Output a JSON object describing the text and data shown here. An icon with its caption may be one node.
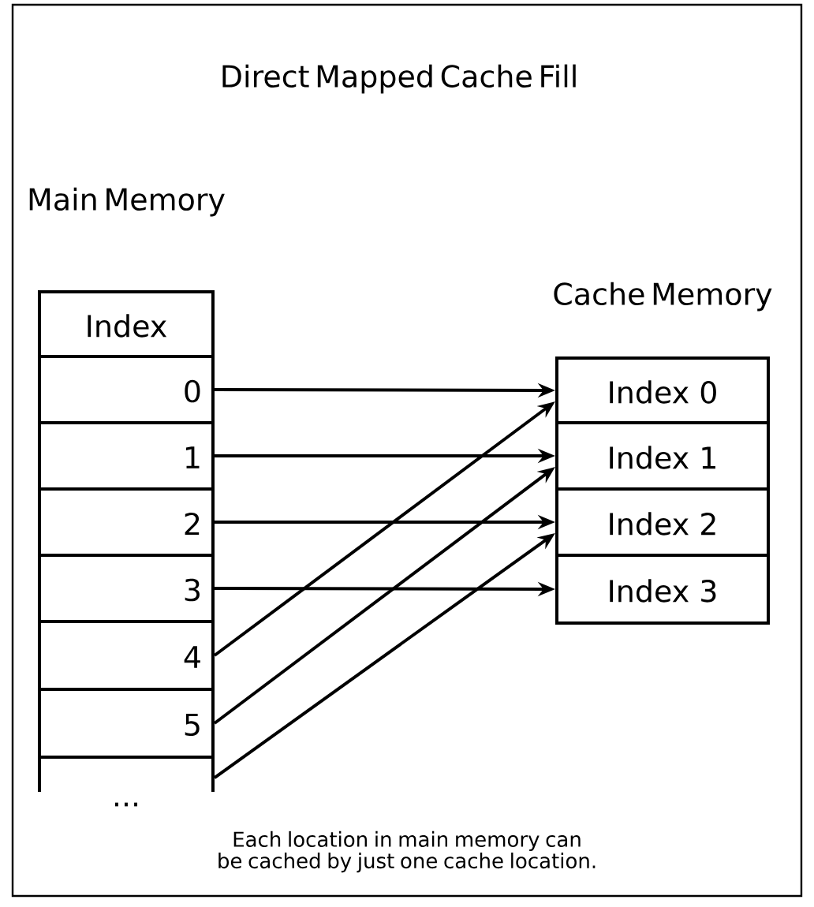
{
  "diagram": {
    "title": "Direct Mapped Cache Fill",
    "caption": "Each location in main memory can be cached by just one cache location.",
    "nodes": [
      {
        "text": [
          "Index"
        ]
      },
      {
        "text": [
          "0"
        ]
      },
      {
        "text": [
          "1"
        ]
      },
      {
        "text": [
          "2"
        ]
      },
      {
        "text": [
          "3"
        ]
      },
      {
        "text": [
          "4"
        ]
      },
      {
        "text": [
          "5"
        ]
      },
      {
        "text": [],
        "shape": "box"
      },
      {
        "text": [
          "Index 0"
        ]
      },
      {
        "text": [
          "Index 1"
        ]
      },
      {
        "text": [
          "Index 2"
        ]
      },
      {
        "text": [
          "Index 3"
        ]
      }
    ],
    "edges": [
      {
        "from": 1,
        "to": 8,
        "arrow": "to"
      },
      {
        "from": 2,
        "to": 9,
        "arrow": "to"
      },
      {
        "from": 3,
        "to": 10,
        "arrow": "to"
      },
      {
        "from": 4,
        "to": 11,
        "arrow": "to"
      },
      {
        "from": 5,
        "to": 8,
        "arrow": "to"
      },
      {
        "from": 6,
        "to": 9,
        "arrow": "to"
      },
      {
        "from": 7,
        "to": 10,
        "arrow": "to"
      }
    ],
    "labels": [
      "Main Memory",
      "Cache Memory",
      "..."
    ]
  }
}
